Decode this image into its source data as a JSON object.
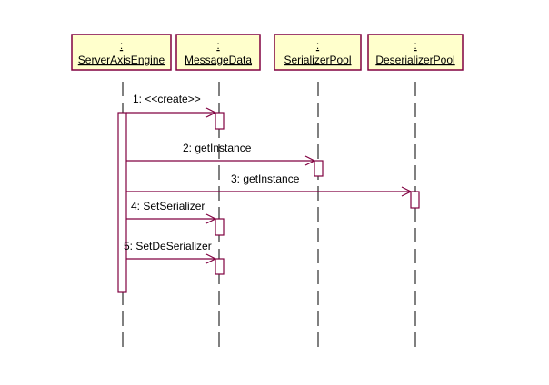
{
  "diagram": {
    "type": "uml-sequence",
    "colors": {
      "object_fill": "#ffffcc",
      "object_border": "#800040",
      "message": "#800040",
      "lifeline": "#000000"
    },
    "objects": [
      {
        "id": "server_axis_engine",
        "prefix": ":",
        "name": "ServerAxisEngine"
      },
      {
        "id": "message_data",
        "prefix": ":",
        "name": "MessageData"
      },
      {
        "id": "serializer_pool",
        "prefix": ":",
        "name": "SerializerPool"
      },
      {
        "id": "deserializer_pool",
        "prefix": ":",
        "name": "DeserializerPool"
      }
    ],
    "messages": [
      {
        "seq": 1,
        "label": "1: <<create>>",
        "from": "server_axis_engine",
        "to": "message_data"
      },
      {
        "seq": 2,
        "label": "2: getInstance",
        "from": "server_axis_engine",
        "to": "serializer_pool"
      },
      {
        "seq": 3,
        "label": "3: getInstance",
        "from": "server_axis_engine",
        "to": "deserializer_pool"
      },
      {
        "seq": 4,
        "label": "4: SetSerializer",
        "from": "server_axis_engine",
        "to": "message_data"
      },
      {
        "seq": 5,
        "label": "5: SetDeSerializer",
        "from": "server_axis_engine",
        "to": "message_data"
      }
    ]
  }
}
